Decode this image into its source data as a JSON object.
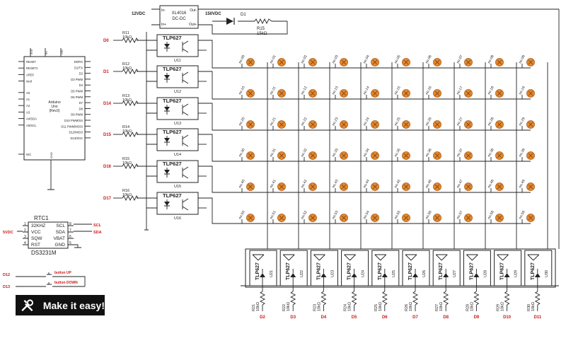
{
  "converter": {
    "in_minus": "In-",
    "in_plus": "In+",
    "out_minus": "Out-",
    "out_plus": "Out+",
    "part": "XL4016",
    "kind": "DC-DC",
    "vin": "12VDC",
    "vout": "150VDC",
    "diode": "D1",
    "r15_name": "R15",
    "r15_value": "15kΩ"
  },
  "arduino": {
    "title": "Arduino\nUno\n(Rev3)",
    "top_pins": [
      "3V3",
      "5V",
      "VIN"
    ],
    "left_pins": [
      "RESET",
      "RESET2",
      "AREF",
      "ioref",
      "A0",
      "A1",
      "A2",
      "A3",
      "A4/SDA",
      "A5/SCL",
      "N/C"
    ],
    "right_pins": [
      "D0/RX",
      "D1/TX",
      "D2",
      "D3 PWM",
      "D4",
      "D5 PWM",
      "D6 PWM",
      "D7",
      "D8",
      "D9 PWM",
      "D10 PWM/SS",
      "D11 PWM/MOSI",
      "D12/MISO",
      "D13/SCK"
    ],
    "bottom_pin": "GND"
  },
  "rtc": {
    "name": "RTC1",
    "part": "DS3231M",
    "supply": "5VDC",
    "pins": [
      {
        "left": "32KHZ",
        "right": "SCL",
        "lnum": "1",
        "rnum": "8"
      },
      {
        "left": "VCC",
        "right": "SDA",
        "lnum": "2",
        "rnum": "7"
      },
      {
        "left": "SQW",
        "right": "VBAT",
        "lnum": "3",
        "rnum": "6"
      },
      {
        "left": "RST",
        "right": "GND",
        "lnum": "4",
        "rnum": "5"
      }
    ],
    "scl": "SCL",
    "sda": "SDA"
  },
  "buttons": [
    {
      "pin": "D12",
      "label": "button UP"
    },
    {
      "pin": "D13",
      "label": "button DOWN"
    }
  ],
  "row_drivers": [
    {
      "pin": "D0",
      "r": "R11",
      "rv": "10kΩ",
      "u": "U11",
      "opto": "TLP627"
    },
    {
      "pin": "D1",
      "r": "R12",
      "rv": "10kΩ",
      "u": "U12",
      "opto": "TLP627"
    },
    {
      "pin": "D14",
      "r": "R13",
      "rv": "10kΩ",
      "u": "U13",
      "opto": "TLP627"
    },
    {
      "pin": "D15",
      "r": "R14",
      "rv": "10kΩ",
      "u": "U14",
      "opto": "TLP627"
    },
    {
      "pin": "D16",
      "r": "R15",
      "rv": "10kΩ",
      "u": "U15",
      "opto": "TLP627"
    },
    {
      "pin": "D17",
      "r": "R16",
      "rv": "10kΩ",
      "u": "U16",
      "opto": "TLP627"
    }
  ],
  "col_drivers": [
    {
      "pin": "D2",
      "r": "R21",
      "rv": "10kΩ",
      "u": "U21",
      "opto": "TLP627"
    },
    {
      "pin": "D3",
      "r": "R22",
      "rv": "10kΩ",
      "u": "U22",
      "opto": "TLP627"
    },
    {
      "pin": "D4",
      "r": "R23",
      "rv": "10kΩ",
      "u": "U23",
      "opto": "TLP627"
    },
    {
      "pin": "D5",
      "r": "R24",
      "rv": "10kΩ",
      "u": "U24",
      "opto": "TLP627"
    },
    {
      "pin": "D6",
      "r": "R25",
      "rv": "10kΩ",
      "u": "U25",
      "opto": "TLP627"
    },
    {
      "pin": "D7",
      "r": "R26",
      "rv": "10kΩ",
      "u": "U26",
      "opto": "TLP627"
    },
    {
      "pin": "D8",
      "r": "R27",
      "rv": "10kΩ",
      "u": "U27",
      "opto": "TLP627"
    },
    {
      "pin": "D9",
      "r": "R28",
      "rv": "10kΩ",
      "u": "U28",
      "opto": "TLP627"
    },
    {
      "pin": "D10",
      "r": "R29",
      "rv": "10kΩ",
      "u": "U29",
      "opto": "TLP627"
    },
    {
      "pin": "D11",
      "r": "R30",
      "rv": "10kΩ",
      "u": "U30",
      "opto": "TLP627"
    }
  ],
  "tubes": {
    "prefix": "no.",
    "rows": [
      "0",
      "1",
      "2",
      "3",
      "4",
      "5"
    ],
    "cols": [
      "0",
      "1",
      "2",
      "3",
      "4",
      "5",
      "6",
      "7",
      "8",
      "9"
    ]
  },
  "logo": {
    "text": "Make it easy!",
    "icon": "tools-icon"
  },
  "colors": {
    "pin_label": "#cc1a1a",
    "tube_fill": "#e4892f",
    "wire": "#222222",
    "logo_bg": "#111111"
  }
}
